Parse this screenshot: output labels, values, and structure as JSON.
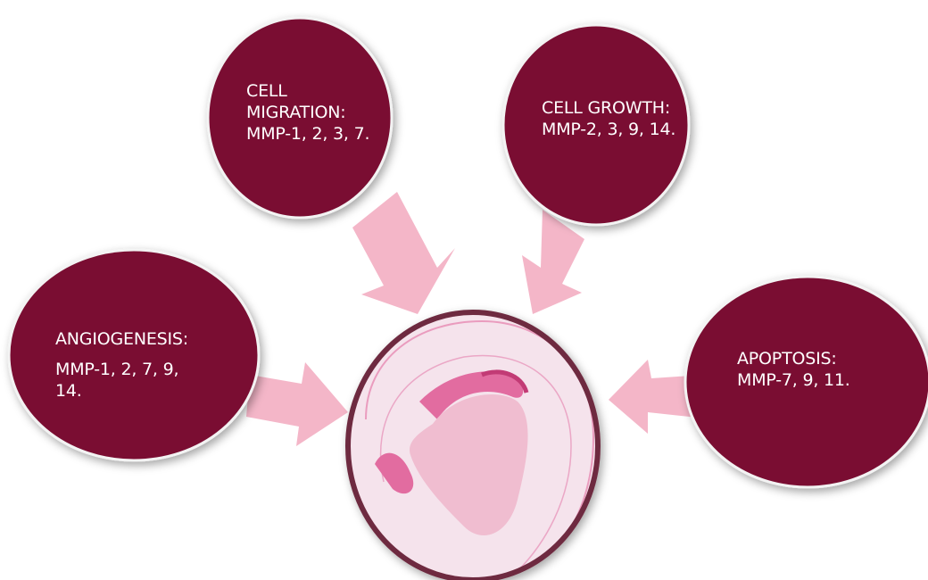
{
  "colors": {
    "circle_fill": "#7a1133",
    "circle_stroke": "#f3f3f3",
    "arrow_fill": "#f4b6c8",
    "tissue_bg": "#f5e3ec",
    "tissue_pink": "#e26ca0",
    "tissue_dark": "#6e2a3f"
  },
  "nodes": {
    "migration": {
      "line1": "CELL",
      "line2": "MIGRATION:",
      "line3": "MMP-1, 2, 3, 7."
    },
    "growth": {
      "line1": "CELL GROWTH:",
      "line2": "MMP-2, 3, 9, 14."
    },
    "angiogenesis": {
      "line1": "ANGIOGENESIS:",
      "line2": "MMP-1, 2, 7, 9,",
      "line3": "14."
    },
    "apoptosis": {
      "line1": "APOPTOSIS:",
      "line2": "MMP-7, 9, 11."
    }
  },
  "center": {
    "image": "histology-section-hippocampus"
  }
}
